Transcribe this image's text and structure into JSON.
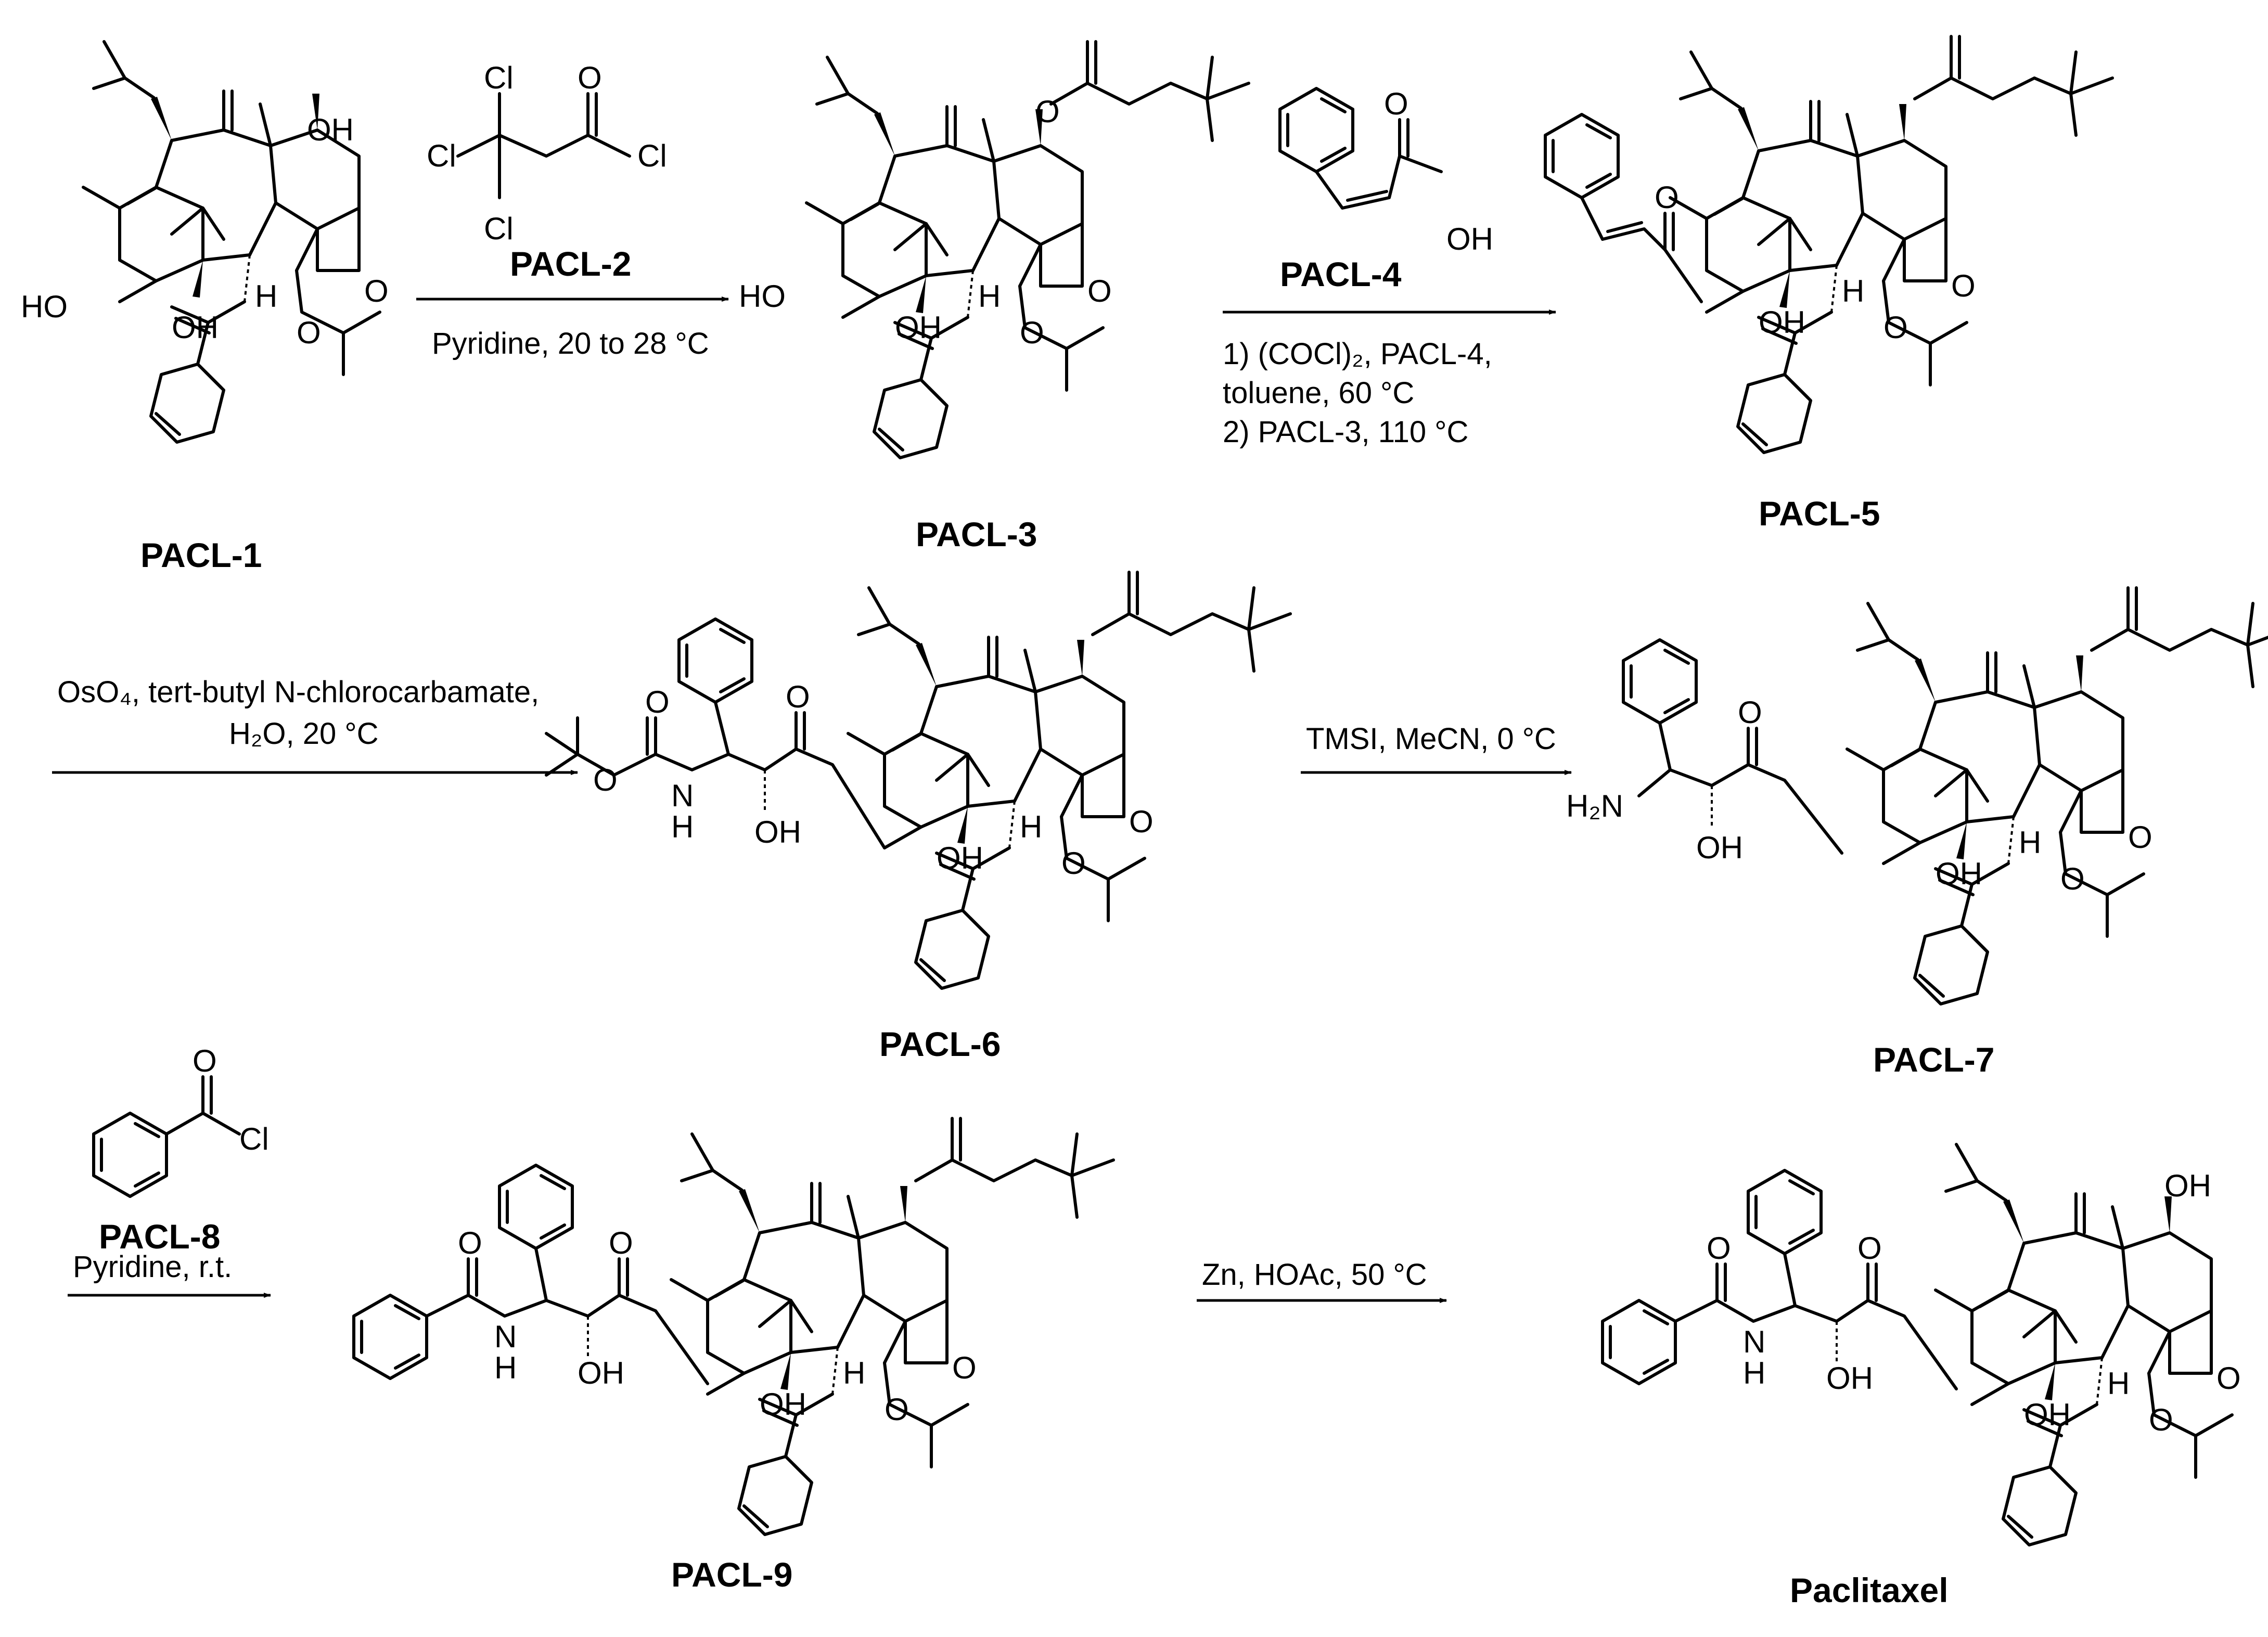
{
  "compounds": {
    "pacl1": "PACL-1",
    "pacl2": "PACL-2",
    "pacl3": "PACL-3",
    "pacl4": "PACL-4",
    "pacl5": "PACL-5",
    "pacl6": "PACL-6",
    "pacl7": "PACL-7",
    "pacl8": "PACL-8",
    "pacl9": "PACL-9",
    "product": "Paclitaxel"
  },
  "atoms": {
    "OH": "OH",
    "HO": "HO",
    "O": "O",
    "H": "H",
    "Cl": "Cl",
    "NH": "H",
    "N": "N",
    "NH2": "H₂N"
  },
  "conditions": {
    "step1": "Pyridine, 20 to 28 °C",
    "step2_line1": "1) (COCl)₂, PACL-4,",
    "step2_line2": "toluene, 60 °C",
    "step2_line3": "2) PACL-3, 110 °C",
    "step3_line1": "OsO₄, tert-butyl N-chlorocarbamate,",
    "step3_line2": "H₂O, 20 °C",
    "step4": "TMSI, MeCN, 0 °C",
    "step5": "Pyridine, r.t.",
    "step6": "Zn, HOAc, 50 °C"
  }
}
